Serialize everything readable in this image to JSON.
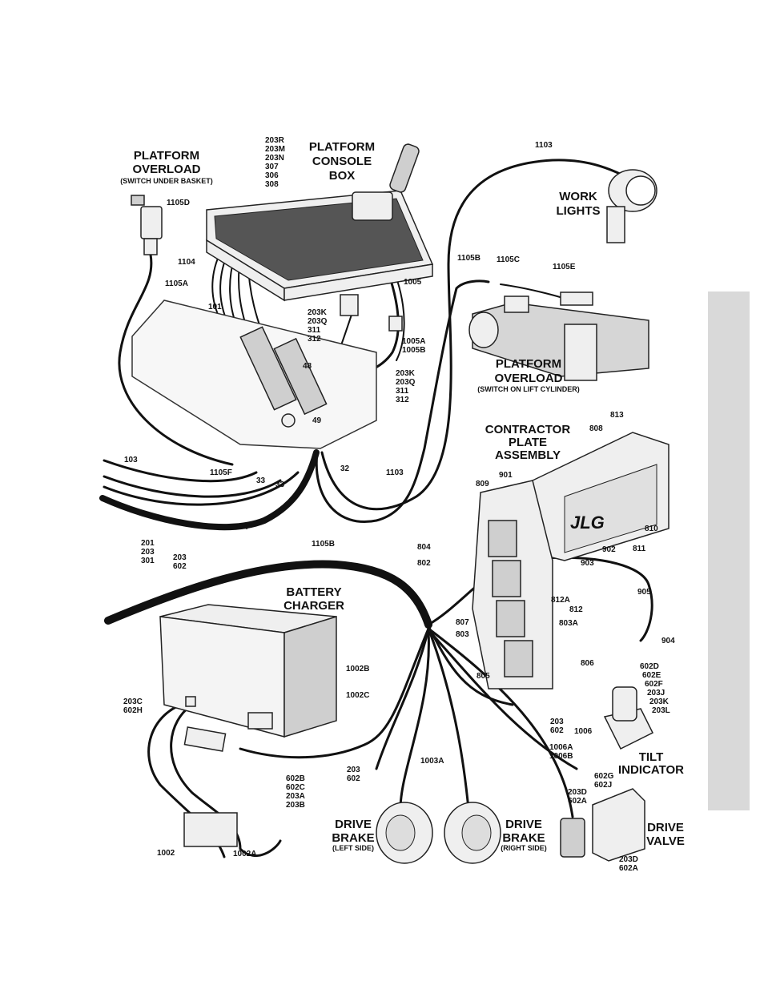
{
  "components": {
    "platform_overload_basket": {
      "title_lines": [
        "PLATFORM",
        "OVERLOAD"
      ],
      "subtitle": "(SWITCH UNDER BASKET)"
    },
    "platform_console_box": {
      "title_lines": [
        "PLATFORM",
        "CONSOLE",
        "BOX"
      ]
    },
    "work_lights": {
      "title_lines": [
        "WORK",
        "LIGHTS"
      ]
    },
    "platform_overload_cylinder": {
      "title_lines": [
        "PLATFORM",
        "OVERLOAD"
      ],
      "subtitle": "(SWITCH ON LIFT CYLINDER)"
    },
    "contractor_plate_assembly": {
      "title_lines": [
        "CONTRACTOR",
        "PLATE",
        "ASSEMBLY"
      ],
      "logo": "JLG"
    },
    "battery_charger": {
      "title_lines": [
        "BATTERY",
        "CHARGER"
      ]
    },
    "tilt_indicator": {
      "title_lines": [
        "TILT",
        "INDICATOR"
      ]
    },
    "drive_brake_left": {
      "title_lines": [
        "DRIVE",
        "BRAKE"
      ],
      "subtitle": "(LEFT SIDE)"
    },
    "drive_brake_right": {
      "title_lines": [
        "DRIVE",
        "BRAKE"
      ],
      "subtitle": "(RIGHT SIDE)"
    },
    "drive_valve": {
      "title_lines": [
        "DRIVE",
        "VALVE"
      ]
    }
  },
  "labels": {
    "console_codes": [
      "203R",
      "203M",
      "203N",
      "307",
      "306",
      "308"
    ],
    "w1105d": "1105D",
    "w1104": "1104",
    "w1105a": "1105A",
    "w101": "101",
    "w203k_a": [
      "203K",
      "203Q",
      "311",
      "312"
    ],
    "w1005": "1005",
    "w1005a": [
      "1005A",
      "1005B"
    ],
    "w203k_b": [
      "203K",
      "203Q",
      "311",
      "312"
    ],
    "w48": "48",
    "w49": "49",
    "w1103_top": "1103",
    "w1105b_top": "1105B",
    "w1105c": "1105C",
    "w1105e": "1105E",
    "w813": "813",
    "w808": "808",
    "w809": "809",
    "w901": "901",
    "w810": "810",
    "w804": "804",
    "w802": "802",
    "w902": "902",
    "w811": "811",
    "w903": "903",
    "w812a": "812A",
    "w812": "812",
    "w905": "905",
    "w807": "807",
    "w803": "803",
    "w803a": "803A",
    "w904": "904",
    "w806": "806",
    "w805": "805",
    "w602d": [
      "602D",
      "602E",
      "602F",
      "203J",
      "203K",
      "203L"
    ],
    "w103": "103",
    "w1105f": "1105F",
    "w33a": "33",
    "w33b": "33",
    "w32": "32",
    "w1103_mid": "1103",
    "w104": "104",
    "w1105b_bot": "1105B",
    "w201": [
      "201",
      "203",
      "301"
    ],
    "w203_602_a": [
      "203",
      "602"
    ],
    "w203c": [
      "203C",
      "602H"
    ],
    "w1002b": "1002B",
    "w1002c": "1002C",
    "w203_602_b": [
      "203",
      "602"
    ],
    "w203_602_c": [
      "203",
      "602"
    ],
    "w1006": "1006",
    "w1006a": [
      "1006A",
      "1006B"
    ],
    "w602g": [
      "602G",
      "602J"
    ],
    "w602b": [
      "602B",
      "602C",
      "203A",
      "203B"
    ],
    "w1003a": "1003A",
    "w203d_a": [
      "203D",
      "602A"
    ],
    "w203d_b": [
      "203D",
      "602A"
    ],
    "w1002": "1002",
    "w1002a": "1002A"
  }
}
